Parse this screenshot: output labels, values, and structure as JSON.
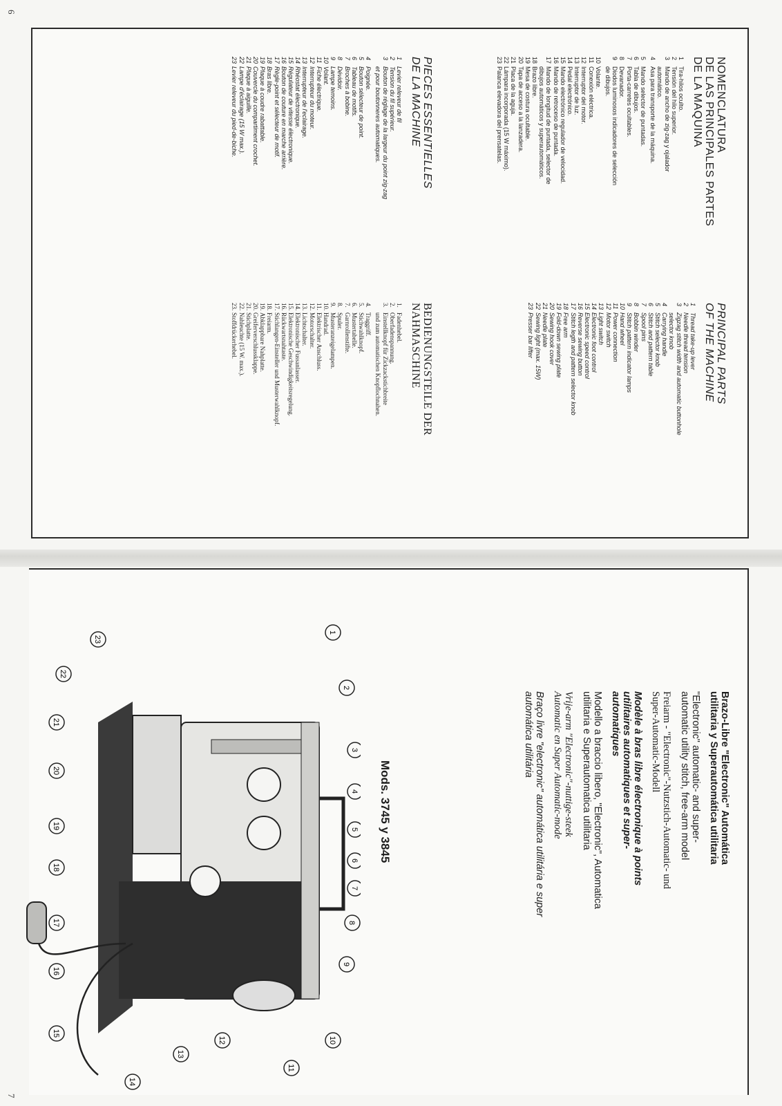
{
  "page_numbers": {
    "left": "6",
    "right": "7"
  },
  "es": {
    "heading": [
      "NOMENCLATURA",
      "DE LAS PRINCIPALES PARTES",
      "DE LA MAQUINA"
    ],
    "items": [
      {
        "n": "1",
        "t": "Tira-hilos oculto."
      },
      {
        "n": "2",
        "t": "Tensión del hilo superior."
      },
      {
        "n": "3",
        "t": "Mando de ancho de zig-zag y ojalador"
      },
      {
        "n": "",
        "t": "automático."
      },
      {
        "n": "4",
        "t": "Asa para transporte de la máquina."
      },
      {
        "n": "5",
        "t": "Mando selector de puntadas."
      },
      {
        "n": "6",
        "t": "Tabla de dibujos."
      },
      {
        "n": "7",
        "t": "Porta-carretes ocultables."
      },
      {
        "n": "8",
        "t": "Devanador."
      },
      {
        "n": "9",
        "t": "Diodos luminosos indicadores de selección"
      },
      {
        "n": "",
        "t": "de dibujos."
      },
      {
        "n": "10",
        "t": "Volante."
      },
      {
        "n": "11",
        "t": "Conexión eléctrica."
      },
      {
        "n": "12",
        "t": "Interruptor del motor."
      },
      {
        "n": "13",
        "t": "Interruptor de luz."
      },
      {
        "n": "14",
        "t": "Pedal electrónico."
      },
      {
        "n": "15",
        "t": "Mando electrónico regulador de velocidad."
      },
      {
        "n": "16",
        "t": "Mando de retroceso de puntada."
      },
      {
        "n": "17",
        "t": "Mando de longitud de puntada, selector de"
      },
      {
        "n": "",
        "t": "dibujos automáticos y superautomáticos."
      },
      {
        "n": "18",
        "t": "Brazo libre."
      },
      {
        "n": "19",
        "t": "Mesa de costura ocultable."
      },
      {
        "n": "20",
        "t": "Tapa de acceso a la lanzadera."
      },
      {
        "n": "21",
        "t": "Placa de la aguja."
      },
      {
        "n": "22",
        "t": "Lámpara incorporada (15 W máximo)."
      },
      {
        "n": "23",
        "t": "Palanca elevadora del prensatelas."
      }
    ]
  },
  "en": {
    "heading": [
      "PRINCIPAL PARTS",
      "OF THE MACHINE"
    ],
    "items": [
      {
        "n": "1",
        "t": "Thread take-up lever"
      },
      {
        "n": "2",
        "t": "Needle thread tension"
      },
      {
        "n": "3",
        "t": "Zigzag stitch width and automatic buttonhole"
      },
      {
        "n": "",
        "t": "selector knob"
      },
      {
        "n": "4",
        "t": "Carrying handle"
      },
      {
        "n": "5",
        "t": "Stitch selector knob"
      },
      {
        "n": "6",
        "t": "Stitch and pattern table"
      },
      {
        "n": "7",
        "t": "Spool pins"
      },
      {
        "n": "8",
        "t": "Bobbin winder"
      },
      {
        "n": "9",
        "t": "Stitch pattern indicator lamps"
      },
      {
        "n": "10",
        "t": "Hand wheel"
      },
      {
        "n": "11",
        "t": "Power connection"
      },
      {
        "n": "12",
        "t": "Motor switch"
      },
      {
        "n": "13",
        "t": "Light switch"
      },
      {
        "n": "14",
        "t": "Electronic foot control"
      },
      {
        "n": "15",
        "t": "Electronic speed control"
      },
      {
        "n": "16",
        "t": "Reverse sewing button"
      },
      {
        "n": "17",
        "t": "Stitch legth and pattern selector knob"
      },
      {
        "n": "18",
        "t": "Free arm"
      },
      {
        "n": "19",
        "t": "Fold-down sewing plate"
      },
      {
        "n": "20",
        "t": "Sewing hook cover"
      },
      {
        "n": "21",
        "t": "Needle plate"
      },
      {
        "n": "22",
        "t": "Sewing light (max. 15W)"
      },
      {
        "n": "23",
        "t": "Presser bar lifter"
      }
    ]
  },
  "fr": {
    "heading": [
      "PIECES ESSENTIELLES",
      "DE LA MACHINE"
    ],
    "items": [
      {
        "n": "1",
        "t": "Levier releveur de fil"
      },
      {
        "n": "2",
        "t": "Tension du fil supérieur."
      },
      {
        "n": "3",
        "t": "Bouton de réglage de la largeur du point zig-zag"
      },
      {
        "n": "",
        "t": "et pour boutonneres automatiques."
      },
      {
        "n": "4",
        "t": "Poignée."
      },
      {
        "n": "5",
        "t": "Bouton sélecteur de point."
      },
      {
        "n": "6",
        "t": "Tableau de motifs."
      },
      {
        "n": "7",
        "t": "Broches à bobine."
      },
      {
        "n": "8",
        "t": "Dévidoir."
      },
      {
        "n": "9",
        "t": "Lampe temoins."
      },
      {
        "n": "10",
        "t": "Volant."
      },
      {
        "n": "11",
        "t": "Fiche électrique."
      },
      {
        "n": "12",
        "t": "Interrupteur du moteur."
      },
      {
        "n": "13",
        "t": "Interrupteur de l'eclairage."
      },
      {
        "n": "14",
        "t": "Rhéostat électronique."
      },
      {
        "n": "15",
        "t": "Régulateur de vitesse électronique."
      },
      {
        "n": "16",
        "t": "Bouton de couture en marche arrière."
      },
      {
        "n": "17",
        "t": "Règle-point et sélecteur de motif."
      },
      {
        "n": "18",
        "t": "Bras libre."
      },
      {
        "n": "19",
        "t": "Plaque à coudre rabattable."
      },
      {
        "n": "20",
        "t": "Couvercle du compartiment crochet."
      },
      {
        "n": "21",
        "t": "Plaque à aiguille."
      },
      {
        "n": "22",
        "t": "Lampe d'éclairage (15 W max.)."
      },
      {
        "n": "23",
        "t": "Levier releveur du pied-de-biche."
      }
    ]
  },
  "de": {
    "heading": [
      "BEDIENUNGSTEILE DER",
      "NAHMASCHINE"
    ],
    "items": [
      {
        "n": "1.",
        "t": "Fadenhebel."
      },
      {
        "n": "2.",
        "t": "Oberfadenspannung."
      },
      {
        "n": "3.",
        "t": "Einstellknopf für Zickzackstichbreite"
      },
      {
        "n": "",
        "t": "und zum automatischen Knopflochnahen."
      },
      {
        "n": "4.",
        "t": "Traggriff."
      },
      {
        "n": "5.",
        "t": "Stichwahlknopf."
      },
      {
        "n": "6.",
        "t": "Mustertabelle."
      },
      {
        "n": "7.",
        "t": "Garnrollenstifte."
      },
      {
        "n": "8.",
        "t": "Spuler."
      },
      {
        "n": "9.",
        "t": "Musteranzeigelampen."
      },
      {
        "n": "10.",
        "t": "Handrad."
      },
      {
        "n": "11.",
        "t": "Elektrischer Anschluss."
      },
      {
        "n": "12.",
        "t": "Motorschalter."
      },
      {
        "n": "13.",
        "t": "Lichtschalter."
      },
      {
        "n": "14.",
        "t": "Elektronischer Fussanlasser."
      },
      {
        "n": "15.",
        "t": "Elektronische Geschwindigkeitsregelung."
      },
      {
        "n": "16.",
        "t": "Rückwartsnahtaste."
      },
      {
        "n": "17.",
        "t": "Stichlangen-Einsteller und Musterwahlknopf."
      },
      {
        "n": "18.",
        "t": "Freiarm."
      },
      {
        "n": "19.",
        "t": "Abklappbare Nahplatte."
      },
      {
        "n": "20.",
        "t": "Greiferverschlussklappe."
      },
      {
        "n": "21.",
        "t": "Stichplatte."
      },
      {
        "n": "22.",
        "t": "Nahleuchte (15 W. max.)."
      },
      {
        "n": "23.",
        "t": "Stoffdrückerhebel."
      }
    ]
  },
  "right": {
    "title_es": [
      "Brazo-Libre \"Electronic\" Automática",
      "utilitaria y Superautomática utilitaria"
    ],
    "title_en": [
      "\"Electronic\" automatic- and super-",
      "automatic utility stitch, free-arm model"
    ],
    "title_de": [
      "Freiarm - \"Electronic\"-Nutzstich-Automatic- und",
      "Super-Automatic-Modell"
    ],
    "title_fr": [
      "Modèle à bras libre électronique à points",
      "utilitaires automatiques et super-",
      "automatiques"
    ],
    "title_it": [
      "Modello a braccio libero, \"Electronic\", Automatica",
      "utilitaria e Superautomatica utilitaria"
    ],
    "title_nl": [
      "Vrije-arm \"Electronic\"-nuttige-steek",
      "Automatic en Super Automatic-mode"
    ],
    "title_pt": [
      "Braço livre \"electronic\" automática utilitária e super",
      "automática utilitária"
    ],
    "model": "Mods. 3745 y 3845",
    "callouts": [
      "1",
      "2",
      "3",
      "4",
      "5",
      "6",
      "7",
      "8",
      "9",
      "10",
      "11",
      "12",
      "13",
      "14",
      "15",
      "16",
      "17",
      "18",
      "19",
      "20",
      "21",
      "22",
      "23"
    ]
  }
}
